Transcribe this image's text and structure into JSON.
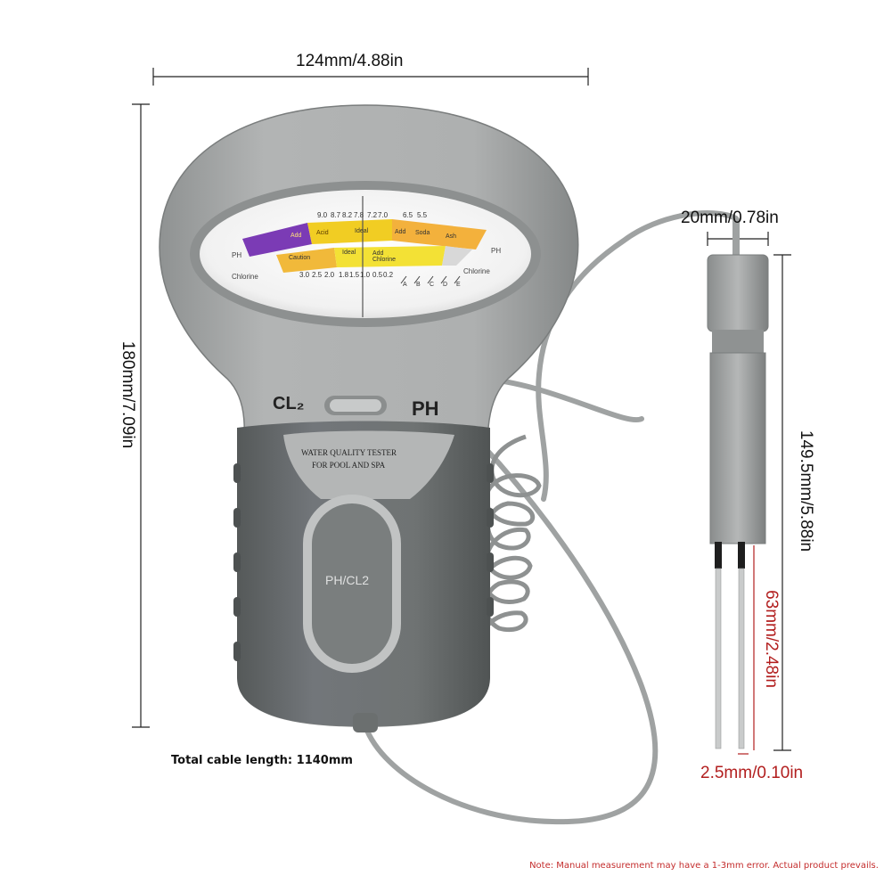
{
  "dimensions": {
    "width_label": "124mm/4.88in",
    "height_label": "180mm/7.09in",
    "probe_width_label": "20mm/0.78in",
    "probe_length_label": "149.5mm/5.88in",
    "pin_length_label": "63mm/2.48in",
    "pin_width_label": "2.5mm/0.10in"
  },
  "cable_length": "Total cable length: 1140mm",
  "note": "Note: Manual measurement may have a 1-3mm error. Actual product prevails.",
  "device": {
    "switch_left": "CL₂",
    "switch_right": "PH",
    "product_line1": "WATER QUALITY TESTER",
    "product_line2": "FOR POOL AND SPA",
    "button_label": "PH/CL2"
  },
  "dial": {
    "ph_label": "PH",
    "chlorine_label": "Chlorine",
    "ph_ticks": [
      "9.0",
      "8.7",
      "8.2",
      "7.8",
      "7.2",
      "7.0",
      "6.5",
      "5.5"
    ],
    "ph_zones": [
      "Add",
      "Acid",
      "Ideal",
      "Add",
      "Soda",
      "Ash"
    ],
    "cl_zones": [
      "Caution",
      "Ideal",
      "Add Chlorine"
    ],
    "cl_ticks": [
      "3.0",
      "2.5",
      "2.0",
      "1.8",
      "1.5",
      "1.0",
      "0.5",
      "0.2"
    ],
    "scale_letters": [
      "A",
      "B",
      "C",
      "D",
      "E"
    ]
  },
  "colors": {
    "body_light": "#a6a8a8",
    "body_dark": "#6b6f6f",
    "acid_purple": "#7b3bb5",
    "ideal_yellow": "#e9c21a",
    "soda_orange": "#f3b13c",
    "dim_red": "#b21e1e"
  }
}
